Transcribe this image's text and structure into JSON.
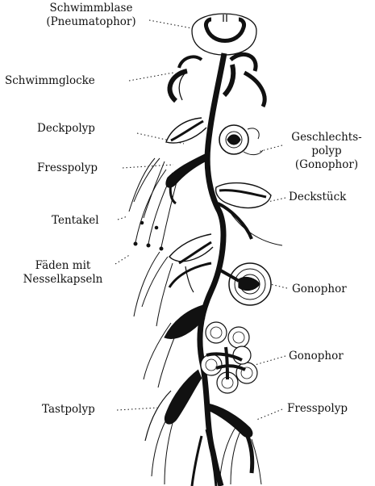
{
  "labels": {
    "schwimmblase": "Schwimmblase",
    "pneumatophor": "(Pneumatophor)",
    "schwimmglocke": "Schwimmglocke",
    "deckpolyp": "Deckpolyp",
    "fresspolyp_left": "Fresspolyp",
    "tentakel": "Tentakel",
    "faeden_1": "Fäden mit",
    "faeden_2": "Nesselkapseln",
    "tastpolyp": "Tastpolyp",
    "geschlechts_1": "Geschlechts-",
    "geschlechts_2": "polyp",
    "geschlechts_3": "(Gonophor)",
    "deckstueck": "Deckstück",
    "gonophor_1": "Gonophor",
    "gonophor_2": "Gonophor",
    "fresspolyp_right": "Fresspolyp"
  },
  "colors": {
    "ink": "#111111",
    "paper": "#ffffff"
  }
}
